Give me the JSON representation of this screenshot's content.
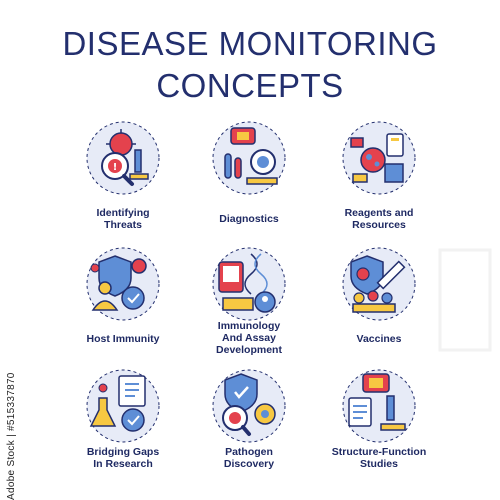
{
  "title_line1": "DISEASE MONITORING",
  "title_line2": "CONCEPTS",
  "items": [
    {
      "label": [
        "Identifying",
        "Threats"
      ],
      "icon": "threat-identification-icon"
    },
    {
      "label": [
        "Diagnostics"
      ],
      "icon": "diagnostics-icon"
    },
    {
      "label": [
        "Reagents and",
        "Resources"
      ],
      "icon": "reagents-icon"
    },
    {
      "label": [
        "Host Immunity"
      ],
      "icon": "host-immunity-icon"
    },
    {
      "label": [
        "Immunology",
        "And Assay",
        "Development"
      ],
      "icon": "immunology-assay-icon"
    },
    {
      "label": [
        "Vaccines"
      ],
      "icon": "vaccines-icon"
    },
    {
      "label": [
        "Bridging Gaps",
        "In Research"
      ],
      "icon": "bridging-gaps-icon"
    },
    {
      "label": [
        "Pathogen",
        "Discovery"
      ],
      "icon": "pathogen-discovery-icon"
    },
    {
      "label": [
        "Structure-Function",
        "Studies"
      ],
      "icon": "structure-function-icon"
    }
  ],
  "stock_id": "Adobe Stock | #515337870",
  "colors": {
    "navy": "#232f6e",
    "red": "#e4424d",
    "blue": "#5e8ed6",
    "yellow": "#f7c842",
    "circle": "#e7ebf7"
  }
}
